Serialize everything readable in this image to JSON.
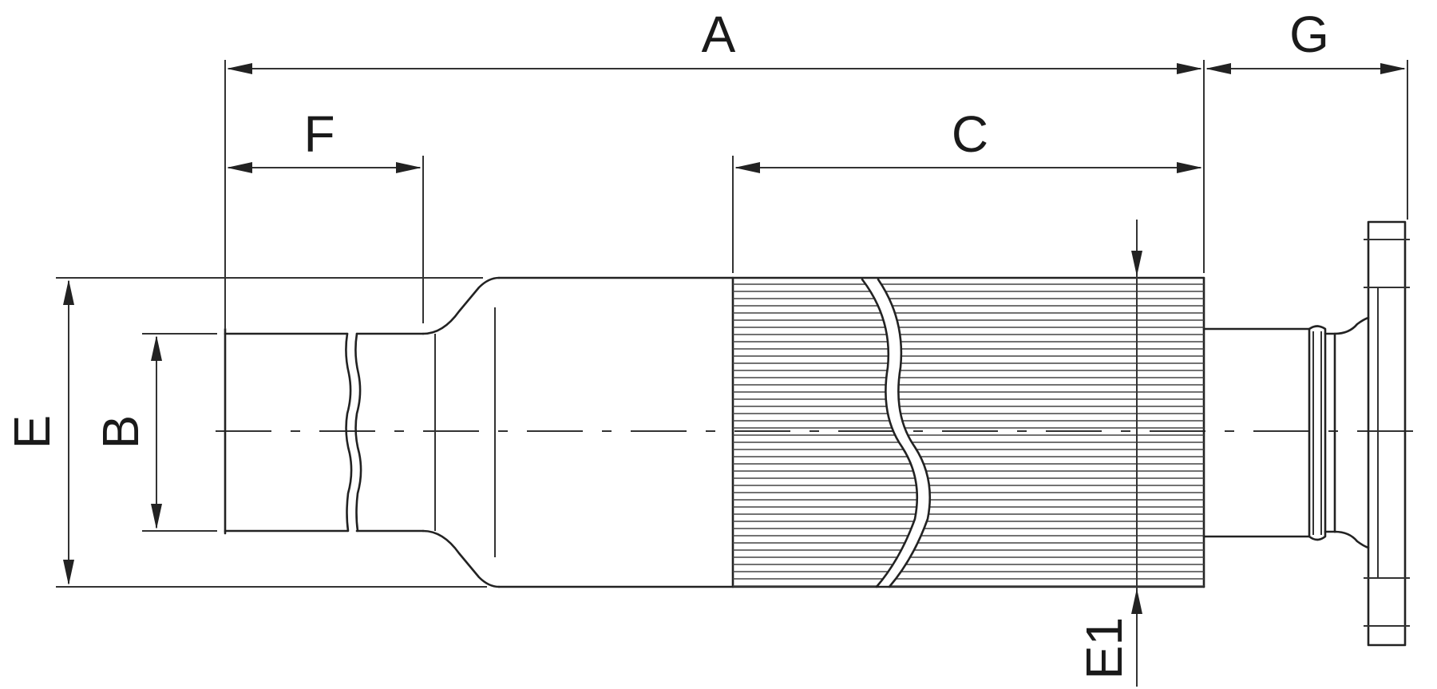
{
  "dimensions": {
    "A": "A",
    "B": "B",
    "C": "C",
    "E": "E",
    "E1": "E1",
    "F": "F",
    "G": "G"
  }
}
